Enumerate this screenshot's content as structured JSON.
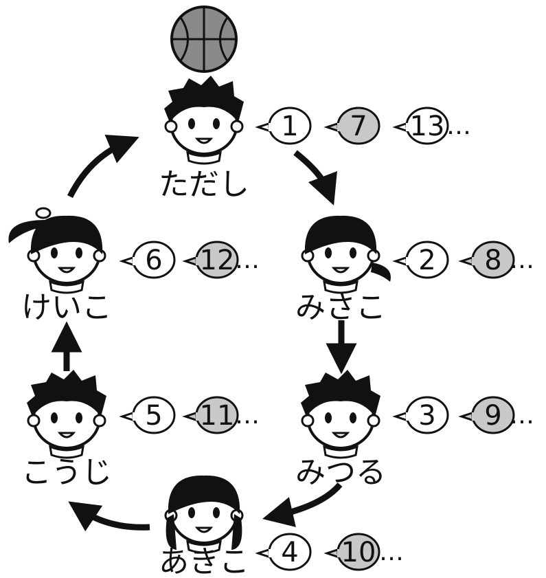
{
  "ball": {
    "icon": "basketball-icon"
  },
  "children": [
    {
      "id": "tadashi",
      "name": "ただし",
      "icon": "boy-face-icon",
      "numbers": [
        "1",
        "7",
        "13"
      ],
      "ellipsis": "…"
    },
    {
      "id": "misako",
      "name": "みさこ",
      "icon": "girl-face-icon",
      "numbers": [
        "2",
        "8"
      ],
      "ellipsis": "…"
    },
    {
      "id": "mitsuru",
      "name": "みつる",
      "icon": "boy-face-icon",
      "numbers": [
        "3",
        "9"
      ],
      "ellipsis": "…"
    },
    {
      "id": "akiko",
      "name": "あきこ",
      "icon": "girl-face-icon",
      "numbers": [
        "4",
        "10"
      ],
      "ellipsis": "…"
    },
    {
      "id": "kouji",
      "name": "こうじ",
      "icon": "boy-face-icon",
      "numbers": [
        "5",
        "11"
      ],
      "ellipsis": "…"
    },
    {
      "id": "keiko",
      "name": "けいこ",
      "icon": "girl-face-icon",
      "numbers": [
        "6",
        "12"
      ],
      "ellipsis": "…"
    }
  ],
  "colors": {
    "line": "#111111",
    "bubble_fill": "#ffffff",
    "shaded_fill": "#c8c8c8",
    "ball_fill": "#8a8a8a"
  }
}
